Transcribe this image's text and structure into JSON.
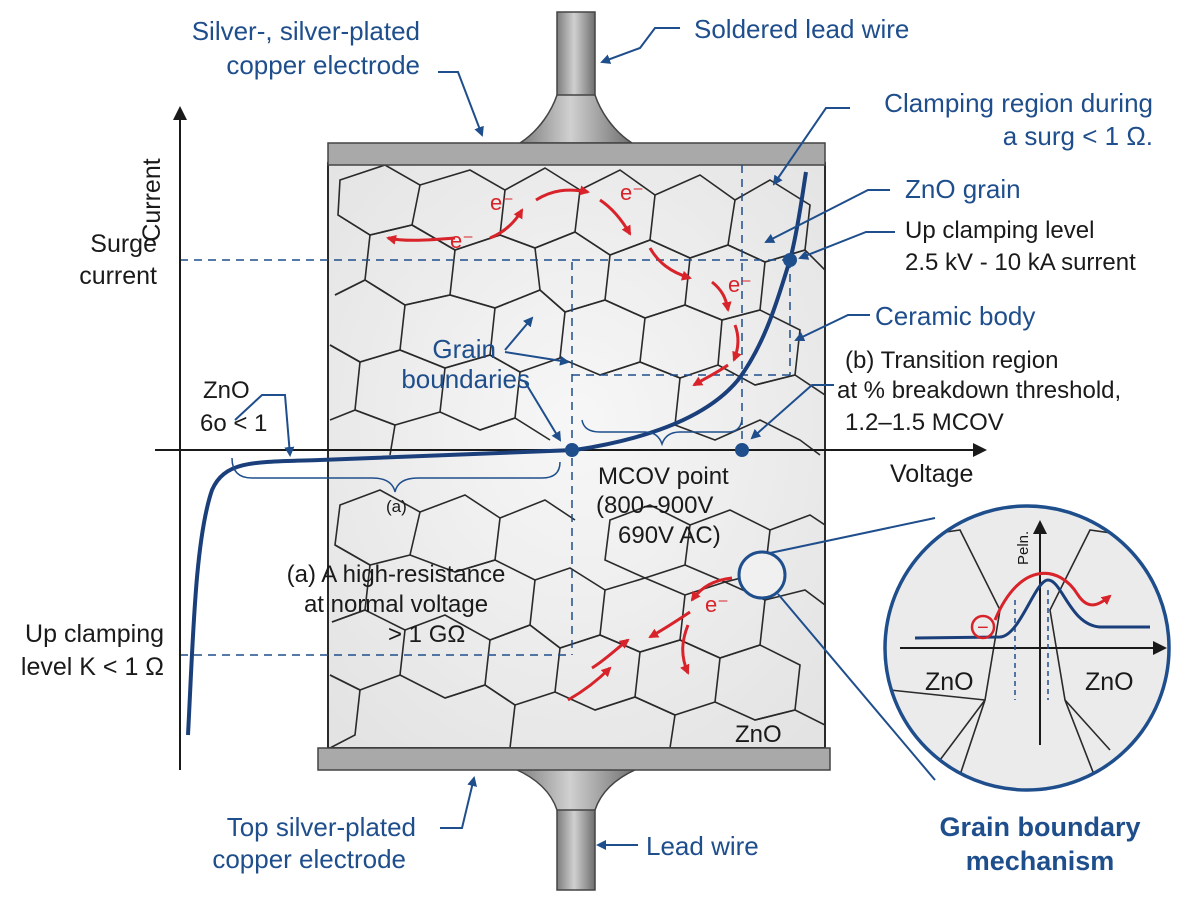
{
  "labels": {
    "electrode_top_1": "Silver-, silver-plated",
    "electrode_top_2": "copper electrode",
    "soldered_lead": "Soldered lead wire",
    "clamp_region_1": "Clamping region during",
    "clamp_region_2": "a surg < 1 Ω.",
    "zno_grain": "ZnO grain",
    "up_clamp_1": "Up clamping level",
    "up_clamp_2": "2.5 kV - 10 kA surrent",
    "ceramic_body": "Ceramic body",
    "transition_1": "(b) Transition region",
    "transition_2": "at % breakdown threshold,",
    "transition_3": "1.2–1.5 MCOV",
    "grain_boundaries_1": "Grain",
    "grain_boundaries_2": "boundaries",
    "zno_left_1": "ZnO",
    "zno_left_2": "6o < 1",
    "bracket_a": "(a)",
    "mcov_1": "MCOV point",
    "mcov_2": "(800–900V",
    "mcov_3": "690V AC)",
    "high_res_1": "(a) A high-resistance",
    "high_res_2": "at normal voltage",
    "high_res_3": "> 1 GΩ",
    "up_clamp_left_1": "Up clamping",
    "up_clamp_left_2": "level K < 1 Ω",
    "zno_body": "ZnO",
    "bottom_electrode_1": "Top silver-plated",
    "bottom_electrode_2": "copper electrode",
    "lead_wire": "Lead wire",
    "mechanism_1": "Grain boundary",
    "mechanism_2": "mechanism",
    "inset_zno_left": "ZnO",
    "inset_zno_right": "ZnO",
    "inset_axis": "Peln.",
    "electron": "e⁻",
    "electron_charge": "−"
  },
  "axes": {
    "y_label": "Current",
    "x_label": "Voltage",
    "surge_current_1": "Surge",
    "surge_current_2": "current"
  },
  "colors": {
    "curve": "#1a3f7a",
    "label": "#1f4e8c",
    "electron": "#d8232a",
    "electrode": "#a9a9a9",
    "ceramic": "#ececec"
  }
}
